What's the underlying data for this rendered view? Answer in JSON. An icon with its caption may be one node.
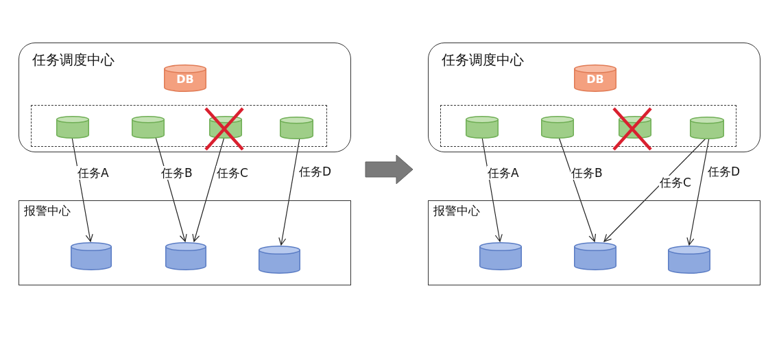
{
  "diagram": {
    "nodes": [
      {
        "text": [
          "任务调度中心"
        ]
      },
      {
        "text": [
          "DB"
        ],
        "in": 0
      },
      {
        "text": [],
        "shape": "box",
        "in": 0
      },
      {
        "text": [],
        "shape": "cylinder",
        "in": 2
      },
      {
        "text": [],
        "shape": "cylinder",
        "in": 2
      },
      {
        "text": [],
        "shape": "cylinder",
        "in": 2
      },
      {
        "text": [],
        "shape": "cylinder",
        "in": 2
      },
      {
        "text": [
          "报警中心"
        ]
      },
      {
        "text": [],
        "shape": "cylinder",
        "in": 7
      },
      {
        "text": [],
        "shape": "cylinder",
        "in": 7
      },
      {
        "text": [],
        "shape": "cylinder",
        "in": 7
      },
      {
        "text": [
          "任务调度中心"
        ]
      },
      {
        "text": [
          "DB"
        ],
        "in": 11
      },
      {
        "text": [],
        "shape": "box",
        "in": 11
      },
      {
        "text": [],
        "shape": "cylinder",
        "in": 13
      },
      {
        "text": [],
        "shape": "cylinder",
        "in": 13
      },
      {
        "text": [],
        "shape": "cylinder",
        "in": 13
      },
      {
        "text": [],
        "shape": "cylinder",
        "in": 13
      },
      {
        "text": [
          "报警中心"
        ]
      },
      {
        "text": [],
        "shape": "cylinder",
        "in": 18
      },
      {
        "text": [],
        "shape": "cylinder",
        "in": 18
      },
      {
        "text": [],
        "shape": "cylinder",
        "in": 18
      }
    ],
    "edges": [
      {
        "from": 3,
        "to": 8,
        "arrow": "to",
        "label": "任务A"
      },
      {
        "from": 4,
        "to": 9,
        "arrow": "to",
        "label": "任务B"
      },
      {
        "from": 5,
        "to": 9,
        "arrow": "to",
        "label": "任务C"
      },
      {
        "from": 6,
        "to": 10,
        "arrow": "to",
        "label": "任务D"
      },
      {
        "from": 14,
        "to": 19,
        "arrow": "to",
        "label": "任务A"
      },
      {
        "from": 15,
        "to": 20,
        "arrow": "to",
        "label": "任务B"
      },
      {
        "from": 17,
        "to": 20,
        "arrow": "to",
        "label": "任务C"
      },
      {
        "from": 17,
        "to": 21,
        "arrow": "to",
        "label": "任务D"
      }
    ]
  }
}
